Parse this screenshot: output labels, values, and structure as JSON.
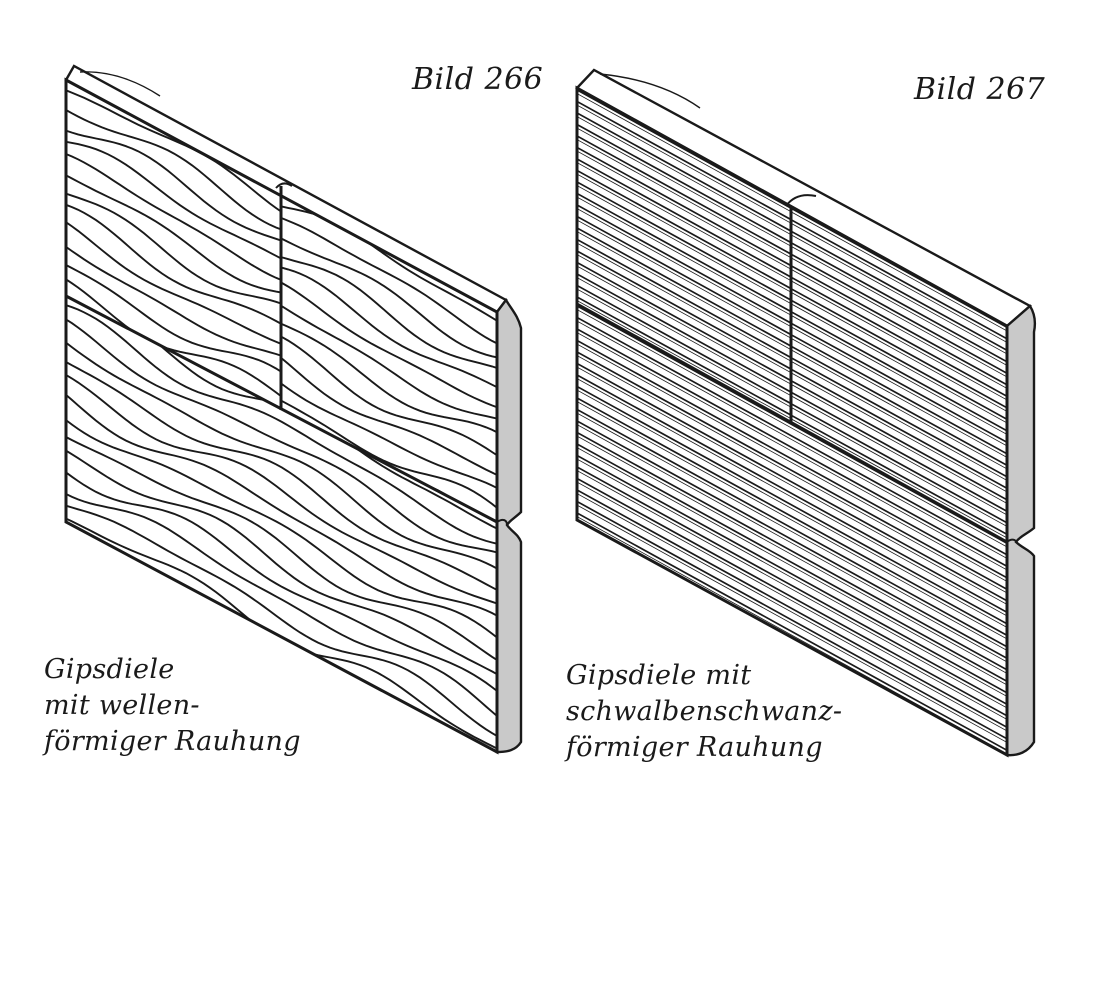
{
  "figures": [
    {
      "number_label": "Bild 266",
      "caption_lines": [
        "Gipsdiele",
        "mit wellen-",
        "förmiger Rauhung"
      ],
      "texture_icon": "wavy-grooves"
    },
    {
      "number_label": "Bild 267",
      "caption_lines": [
        "Gipsdiele mit",
        "schwalbenschwanz-",
        "förmiger Rauhung"
      ],
      "texture_icon": "straight-dovetail-grooves"
    }
  ],
  "colors": {
    "ink": "#1a1a1a",
    "section_fill": "#c9c9c9",
    "paper": "#ffffff"
  }
}
